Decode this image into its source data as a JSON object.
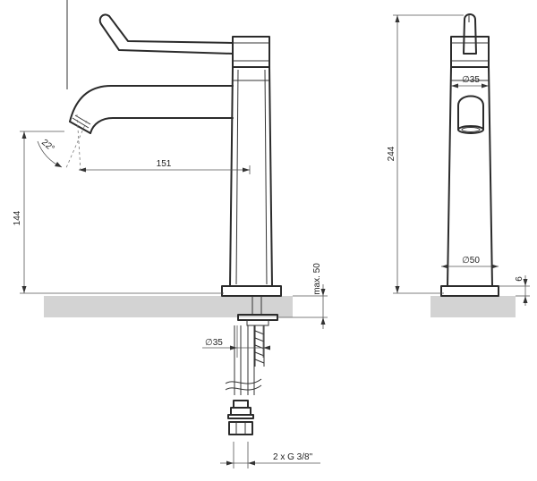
{
  "colors": {
    "line": "#2b2b2b",
    "counter": "#d3d3d3",
    "background": "#ffffff"
  },
  "labels": {
    "angle": "22°",
    "spout_reach": "151",
    "spout_height": "144",
    "max_deck": "max. 50",
    "hole_diameter": "∅35",
    "connection": "2 x G 3/8\"",
    "total_height": "244",
    "top_diameter": "∅35",
    "base_diameter": "∅50",
    "base_height": "6"
  }
}
